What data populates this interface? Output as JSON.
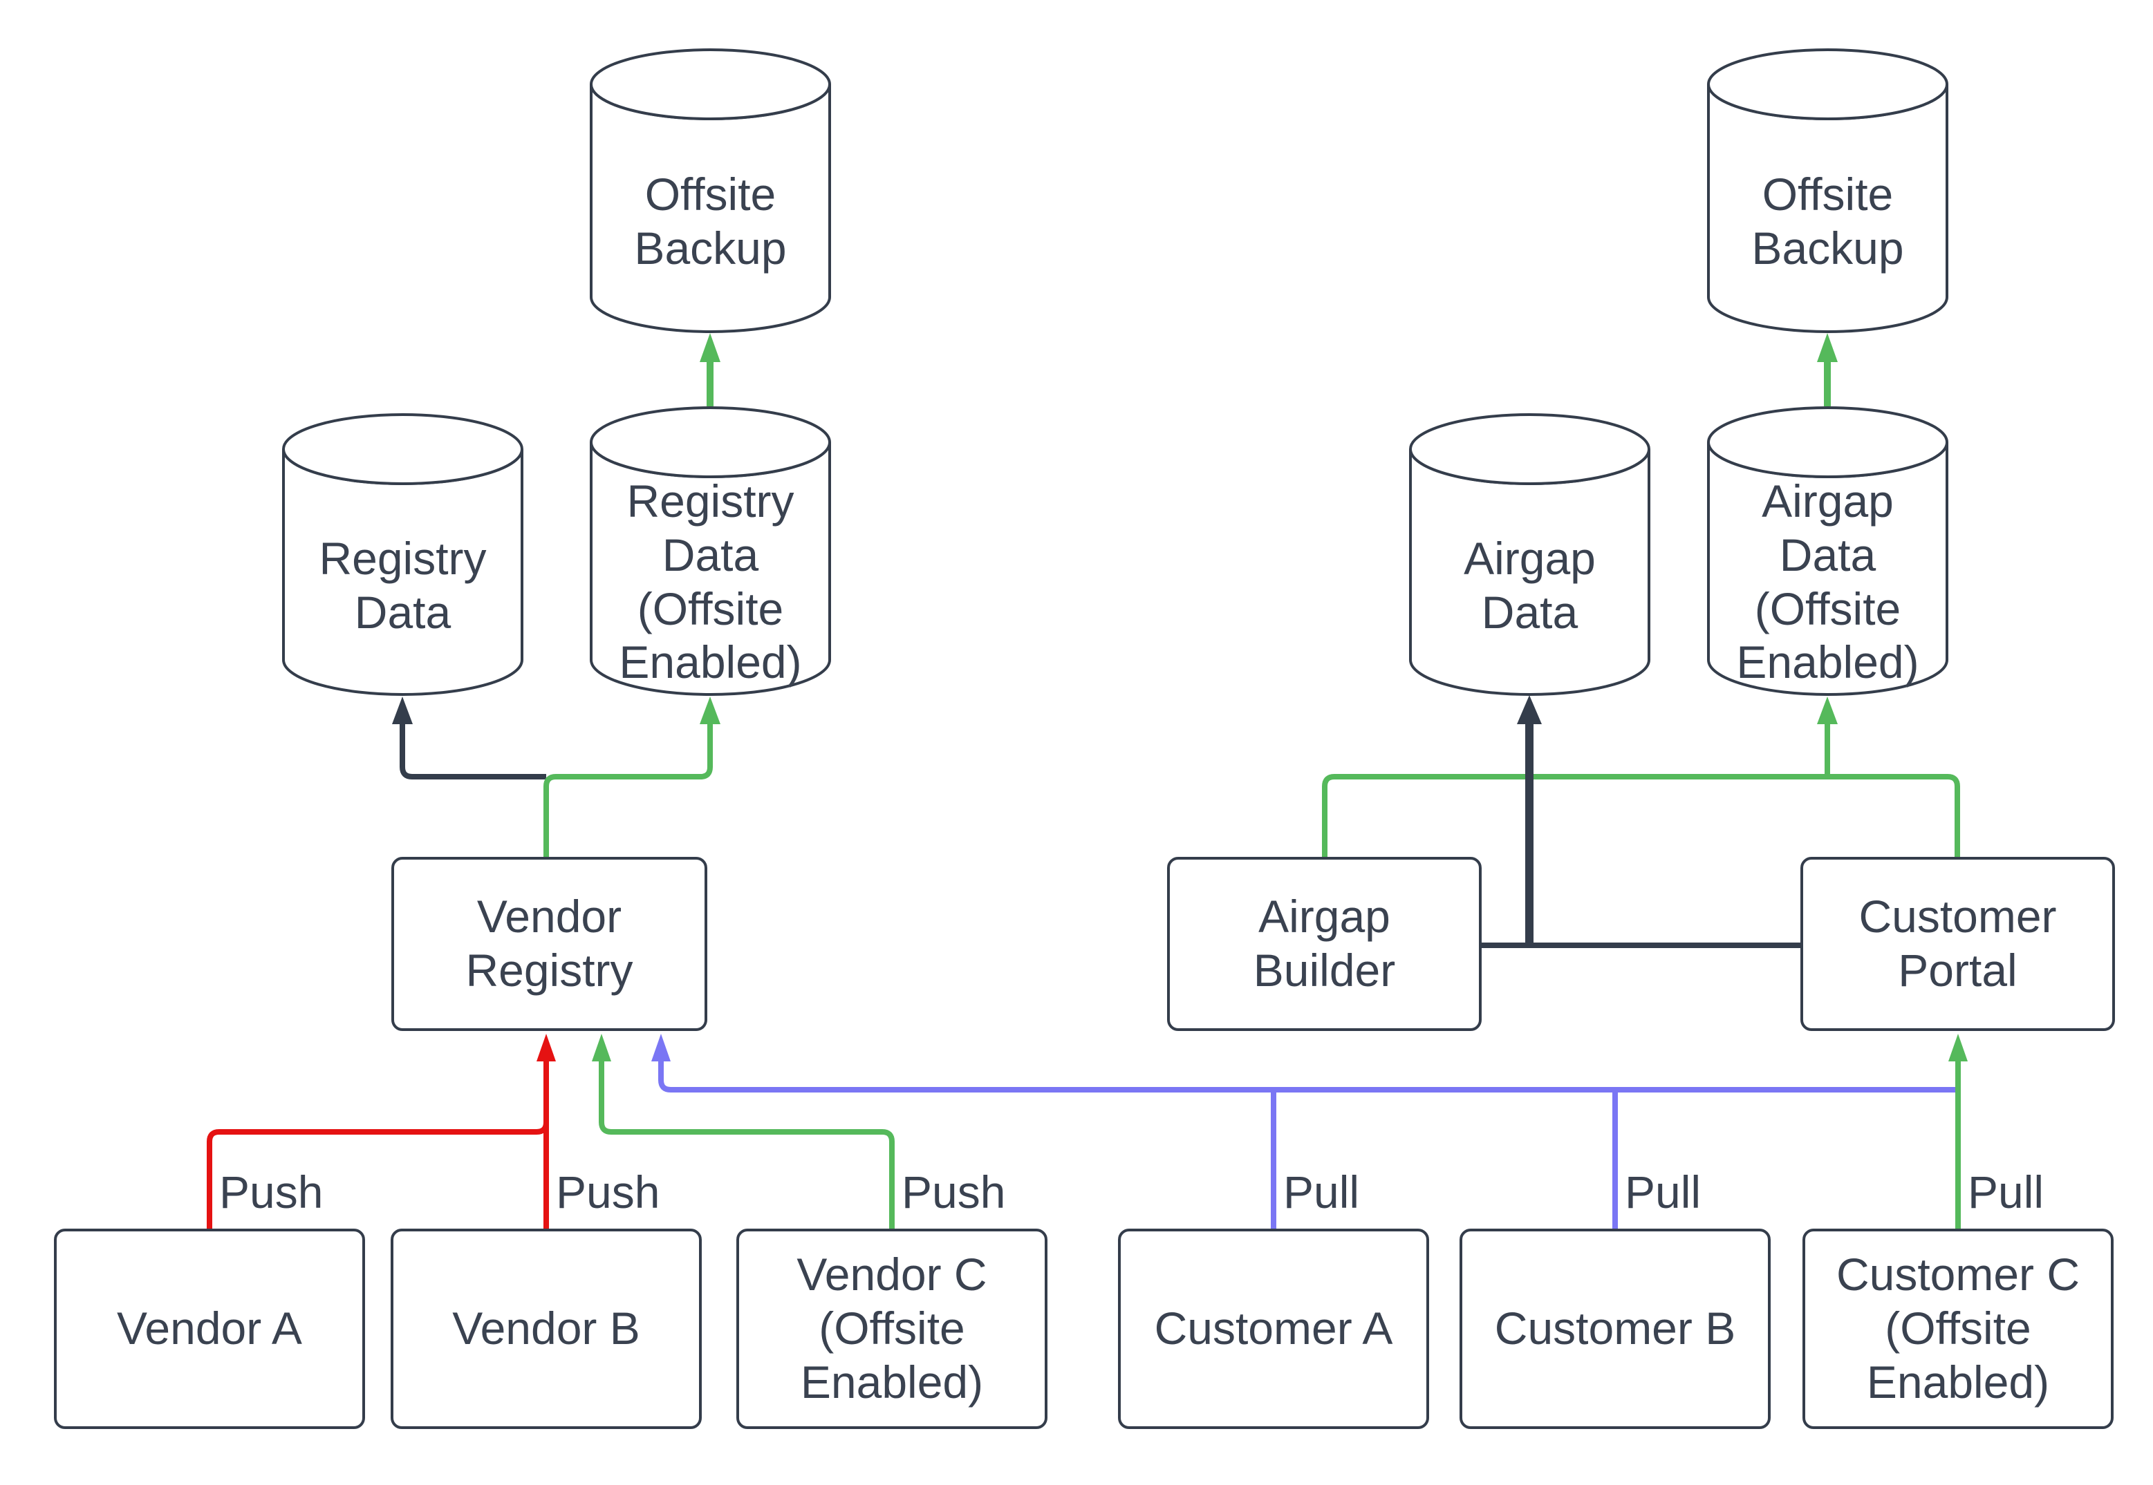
{
  "colors": {
    "dark": "#343D4B",
    "green": "#55B95B",
    "red": "#E51212",
    "blue": "#7A76F4",
    "text": "#3A4250",
    "node_fill": "#FFFFFF",
    "background": "#FFFFFF"
  },
  "nodes": {
    "offsite_backup_left": {
      "label": "Offsite\nBackup",
      "type": "cylinder"
    },
    "registry_data": {
      "label": "Registry\nData",
      "type": "cylinder"
    },
    "registry_data_offsite": {
      "label": "Registry\nData\n(Offsite\nEnabled)",
      "type": "cylinder"
    },
    "vendor_registry": {
      "label": "Vendor\nRegistry",
      "type": "box"
    },
    "vendor_a": {
      "label": "Vendor A",
      "type": "box"
    },
    "vendor_b": {
      "label": "Vendor B",
      "type": "box"
    },
    "vendor_c": {
      "label": "Vendor C\n(Offsite\nEnabled)",
      "type": "box"
    },
    "airgap_data": {
      "label": "Airgap\nData",
      "type": "cylinder"
    },
    "airgap_data_offsite": {
      "label": "Airgap\nData\n(Offsite\nEnabled)",
      "type": "cylinder"
    },
    "offsite_backup_right": {
      "label": "Offsite\nBackup",
      "type": "cylinder"
    },
    "airgap_builder": {
      "label": "Airgap\nBuilder",
      "type": "box"
    },
    "customer_portal": {
      "label": "Customer\nPortal",
      "type": "box"
    },
    "customer_a": {
      "label": "Customer A",
      "type": "box"
    },
    "customer_b": {
      "label": "Customer B",
      "type": "box"
    },
    "customer_c": {
      "label": "Customer C\n(Offsite\nEnabled)",
      "type": "box"
    }
  },
  "edges": [
    {
      "from": "vendor_registry",
      "to": "registry_data",
      "color": "dark"
    },
    {
      "from": "vendor_registry",
      "to": "registry_data_offsite",
      "color": "green"
    },
    {
      "from": "registry_data_offsite",
      "to": "offsite_backup_left",
      "color": "green"
    },
    {
      "from": "vendor_a",
      "to": "vendor_registry",
      "color": "red",
      "label": "Push"
    },
    {
      "from": "vendor_b",
      "to": "vendor_registry",
      "color": "red",
      "label": "Push"
    },
    {
      "from": "vendor_c",
      "to": "vendor_registry",
      "color": "green",
      "label": "Push"
    },
    {
      "from": "customer_a",
      "to": "vendor_registry",
      "color": "blue",
      "label": "Pull"
    },
    {
      "from": "customer_b",
      "to": "vendor_registry",
      "color": "blue",
      "label": "Pull"
    },
    {
      "from": "customer_c",
      "to": "customer_portal",
      "color": "green",
      "label": "Pull"
    },
    {
      "from": "airgap_builder",
      "to": "airgap_data_offsite",
      "color": "green"
    },
    {
      "from": "customer_portal",
      "to": "airgap_data_offsite",
      "color": "green"
    },
    {
      "from": "airgap_builder",
      "to": "airgap_data",
      "color": "dark"
    },
    {
      "from": "customer_portal",
      "to": "airgap_data",
      "color": "dark"
    },
    {
      "from": "airgap_data_offsite",
      "to": "offsite_backup_right",
      "color": "green"
    }
  ]
}
